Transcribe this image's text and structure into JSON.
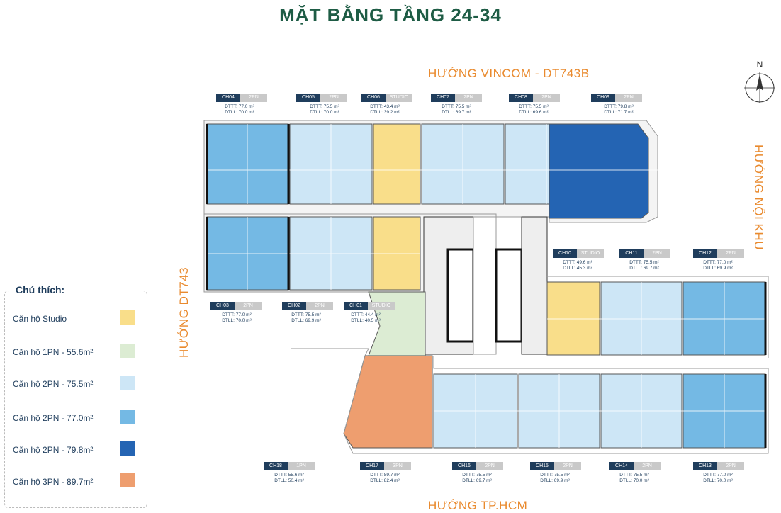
{
  "title": "MẶT BẰNG TẦNG 24-34",
  "directions": {
    "top": "HƯỚNG VINCOM - DT743B",
    "right": "HƯỚNG NỘI KHU",
    "left": "HƯỚNG DT743",
    "bottom": "HƯỚNG TP.HCM",
    "north": "N"
  },
  "legend": {
    "title": "Chú thích:",
    "items": [
      {
        "label": "Căn hộ Studio",
        "color": "#f9de8a"
      },
      {
        "label": "Căn hộ 1PN - 55.6m²",
        "color": "#dcecd3"
      },
      {
        "label": "Căn hộ 2PN - 75.5m²",
        "color": "#cde6f6"
      },
      {
        "label": "Căn hộ 2PN - 77.0m²",
        "color": "#74b9e4"
      },
      {
        "label": "Căn hộ 2PN - 79.8m²",
        "color": "#2464b3"
      },
      {
        "label": "Căn hộ 3PN - 89.7m²",
        "color": "#ee9e6f"
      }
    ]
  },
  "units": [
    {
      "code": "CH04",
      "type": "2PN",
      "dttt": "DTTT: 77.0 m²",
      "dtll": "DTLL: 70.0 m²"
    },
    {
      "code": "CH05",
      "type": "2PN",
      "dttt": "DTTT: 75.5 m²",
      "dtll": "DTLL: 70.0 m²"
    },
    {
      "code": "CH06",
      "type": "STUDIO",
      "dttt": "DTTT: 43.4 m²",
      "dtll": "DTLL: 39.2 m²"
    },
    {
      "code": "CH07",
      "type": "2PN",
      "dttt": "DTTT: 75.5 m²",
      "dtll": "DTLL: 69.7 m²"
    },
    {
      "code": "CH08",
      "type": "2PN",
      "dttt": "DTTT: 75.5 m²",
      "dtll": "DTLL: 69.6 m²"
    },
    {
      "code": "CH09",
      "type": "2PN",
      "dttt": "DTTT: 79.8 m²",
      "dtll": "DTLL: 71.7 m²"
    },
    {
      "code": "CH03",
      "type": "2PN",
      "dttt": "DTTT: 77.0 m²",
      "dtll": "DTLL: 70.0 m²"
    },
    {
      "code": "CH02",
      "type": "2PN",
      "dttt": "DTTT: 75.5 m²",
      "dtll": "DTLL: 69.9 m²"
    },
    {
      "code": "CH01",
      "type": "STUDIO",
      "dttt": "DTTT: 44.4 m²",
      "dtll": "DTLL: 40.5 m²"
    },
    {
      "code": "CH10",
      "type": "STUDIO",
      "dttt": "DTTT: 49.6 m²",
      "dtll": "DTLL: 45.3 m²"
    },
    {
      "code": "CH11",
      "type": "2PN",
      "dttt": "DTTT: 75.5 m²",
      "dtll": "DTLL: 69.7 m²"
    },
    {
      "code": "CH12",
      "type": "2PN",
      "dttt": "DTTT: 77.0 m²",
      "dtll": "DTLL: 69.9 m²"
    },
    {
      "code": "CH18",
      "type": "1PN",
      "dttt": "DTTT: 55.6 m²",
      "dtll": "DTLL: 50.4 m²"
    },
    {
      "code": "CH17",
      "type": "3PN",
      "dttt": "DTTT: 89.7 m²",
      "dtll": "DTLL: 82.4 m²"
    },
    {
      "code": "CH16",
      "type": "2PN",
      "dttt": "DTTT: 75.5 m²",
      "dtll": "DTLL: 69.7 m²"
    },
    {
      "code": "CH15",
      "type": "2PN",
      "dttt": "DTTT: 75.5 m²",
      "dtll": "DTLL: 69.9 m²"
    },
    {
      "code": "CH14",
      "type": "2PN",
      "dttt": "DTTT: 75.5 m²",
      "dtll": "DTLL: 70.0 m²"
    },
    {
      "code": "CH13",
      "type": "2PN",
      "dttt": "DTTT: 77.0 m²",
      "dtll": "DTLL: 70.0 m²"
    }
  ]
}
